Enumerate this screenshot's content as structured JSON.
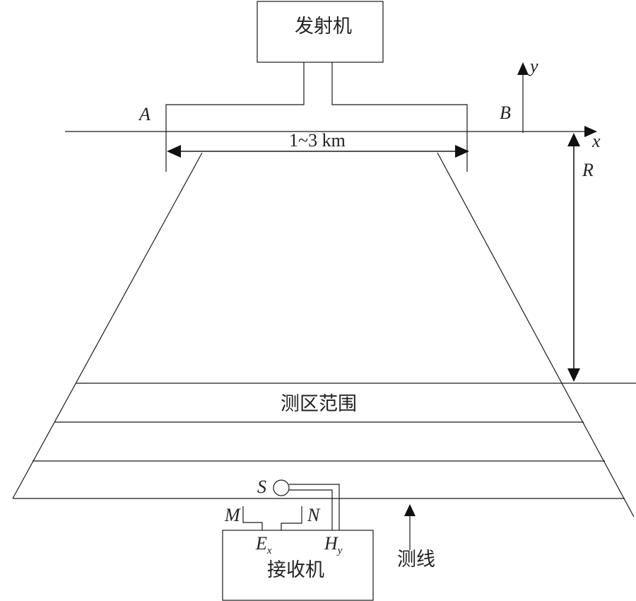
{
  "transmitter_label": "发射机",
  "receiver_label": "接收机",
  "survey_area_label": "测区范围",
  "survey_line_label": "测线",
  "span_label": "1~3 km",
  "electrode_a": "A",
  "electrode_b": "B",
  "axis_x": "x",
  "axis_y": "y",
  "distance_r": "R",
  "sensor_s": "S",
  "electrode_m": "M",
  "electrode_n": "N",
  "channel_e": "E",
  "channel_e_sub": "x",
  "channel_h": "H",
  "channel_h_sub": "y"
}
